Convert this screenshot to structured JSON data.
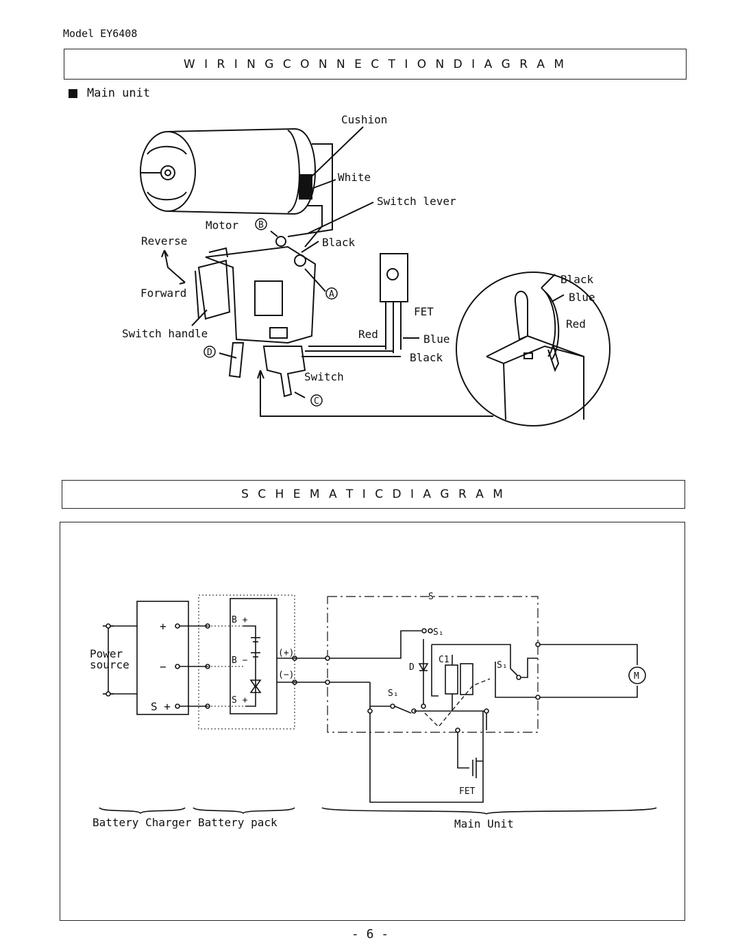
{
  "header": {
    "model": "Model EY6408"
  },
  "wiring": {
    "title": "W I R I N G   C O N N E C T I O N   D I A G R A M",
    "section_label": "Main unit",
    "labels": {
      "cushion": "Cushion",
      "white": "White",
      "switch_lever": "Switch lever",
      "motor": "Motor",
      "b_marker": "B",
      "reverse": "Reverse",
      "black": "Black",
      "forward": "Forward",
      "a_marker": "A",
      "fet": "FET",
      "switch_handle": "Switch handle",
      "red": "Red",
      "blue": "Blue",
      "black2": "Black",
      "d_marker": "D",
      "switch": "Switch",
      "c_marker": "C",
      "detail_black": "Black",
      "detail_blue": "Blue",
      "detail_red": "Red"
    }
  },
  "schematic": {
    "title": "S C H E M A T I C   D I A G R A M",
    "labels": {
      "power_source": "Power",
      "power_source2": "source",
      "plus": "+",
      "minus": "−",
      "s_plus": "S +",
      "b_plus": "B +",
      "b_minus": "B −",
      "s_plus_pack": "S +",
      "pos_term": "(+)",
      "neg_term": "(−)",
      "s_top": "S",
      "s1_a": "S₁",
      "s1_b": "S₁",
      "s1_c": "S₁",
      "d": "D",
      "c1": "C1",
      "motor": "M",
      "fet": "FET"
    },
    "groups": {
      "battery_charger": "Battery Charger",
      "battery_pack": "Battery pack",
      "main_unit": "Main Unit"
    }
  },
  "footer": {
    "page": "- 6 -"
  }
}
